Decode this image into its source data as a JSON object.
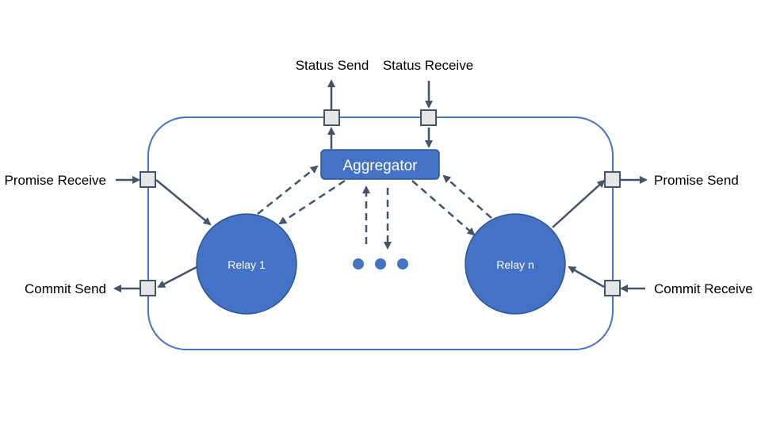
{
  "labels": {
    "status_send": "Status Send",
    "status_receive": "Status Receive",
    "promise_receive": "Promise Receive",
    "promise_send": "Promise Send",
    "commit_send": "Commit Send",
    "commit_receive": "Commit Receive"
  },
  "nodes": {
    "aggregator": "Aggregator",
    "relay_1": "Relay 1",
    "relay_n": "Relay n"
  },
  "colors": {
    "container_border": "#4472C4",
    "node_fill": "#4472C4",
    "node_border": "#2F5597",
    "arrow": "#44546A",
    "port_fill": "#E7E6E6",
    "port_border": "#44546A"
  }
}
